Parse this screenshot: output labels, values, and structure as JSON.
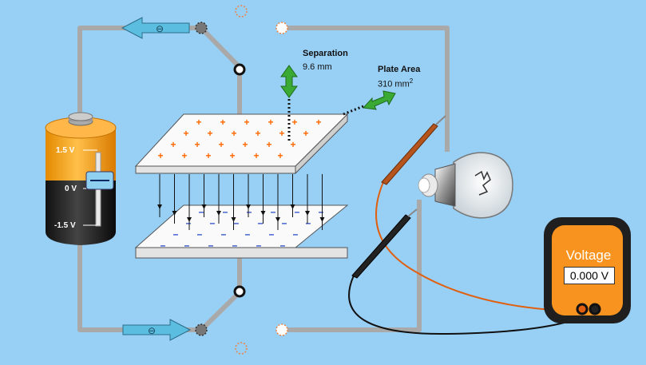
{
  "separation": {
    "label": "Separation",
    "value": "9.6 mm"
  },
  "plate_area": {
    "label": "Plate Area",
    "value": "310 mm",
    "unit_sup": "2"
  },
  "battery": {
    "top_label": "1.5 V",
    "mid_label": "0 V",
    "bottom_label": "-1.5 V",
    "level": 0.0
  },
  "meter": {
    "title": "Voltage",
    "value": "0.000 V"
  },
  "electron_symbol": "⊖",
  "plus_sign": "+",
  "minus_sign": "–",
  "colors": {
    "background": "#98cff5",
    "wire": "#a9a9a9",
    "arrow": "#5bbde0",
    "resize_arrow": "#3aaa35",
    "plus": "#ff6600",
    "minus": "#1a3fc8",
    "meter_body": "#f7931e",
    "battery_top": "#f7a51d"
  }
}
